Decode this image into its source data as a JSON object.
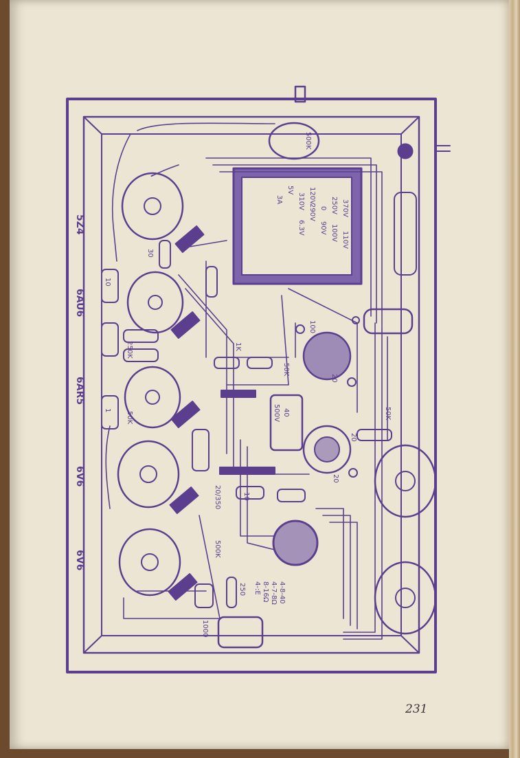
{
  "tubes": [
    "5Z4",
    "6AU6",
    "6AR5",
    "6V6",
    "6V6"
  ],
  "transformer": {
    "taps": [
      "370V",
      "110V",
      "250V",
      "100V",
      "0",
      "120V",
      "90V",
      "290V",
      "6.3V",
      "310V",
      "5V",
      "3A"
    ]
  },
  "pot_label": "500K",
  "component_labels": [
    "10",
    "250K",
    "1K",
    "50K",
    "50K",
    "40",
    "500V",
    "20",
    "20",
    "20",
    "30",
    "50K",
    "100",
    "250",
    "500K",
    "1000",
    "20/350",
    "10",
    "1"
  ],
  "output_taps": [
    "4-8-40",
    "4-7-8Ω",
    "8-16Ω",
    "4-:E"
  ],
  "page_number": "231",
  "colors": {
    "ink": "#5b3f8e",
    "paper": "#ece5d3"
  }
}
